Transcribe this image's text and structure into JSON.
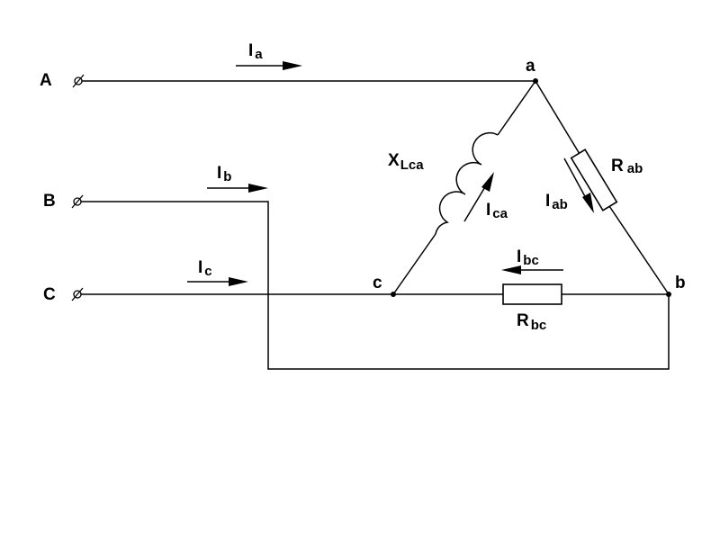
{
  "terminals": {
    "A": "A",
    "B": "B",
    "C": "C"
  },
  "nodes": {
    "a": "a",
    "b": "b",
    "c": "c"
  },
  "currents": {
    "Ia": {
      "main": "I",
      "sub": "a"
    },
    "Ib": {
      "main": "I",
      "sub": "b"
    },
    "Ic": {
      "main": "I",
      "sub": "c"
    },
    "Iab": {
      "main": "I",
      "sub": "ab"
    },
    "Ibc": {
      "main": "I",
      "sub": "bc"
    },
    "Ica": {
      "main": "I",
      "sub": "ca"
    }
  },
  "components": {
    "XLca": {
      "main": "X",
      "sub": "Lca"
    },
    "Rab": {
      "main": "R",
      "sub": "ab"
    },
    "Rbc": {
      "main": "R",
      "sub": "bc"
    }
  }
}
